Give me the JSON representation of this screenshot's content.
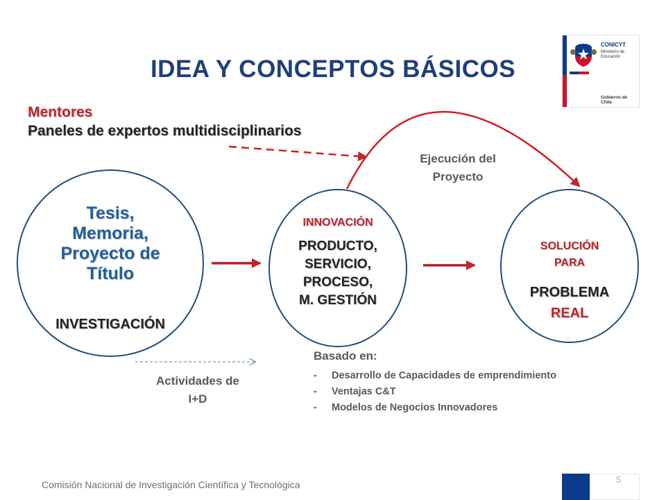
{
  "title": "IDEA Y CONCEPTOS BÁSICOS",
  "mentors": {
    "line1": "Mentores",
    "line2": "Paneles de expertos multidisciplinarios"
  },
  "circle_left": {
    "lines": [
      "Tesis,",
      "Memoria,",
      "Proyecto de",
      "Título"
    ],
    "label": "INVESTIGACIÓN"
  },
  "circle_middle": {
    "header": "INNOVACIÓN",
    "lines": [
      "PRODUCTO,",
      "SERVICIO,",
      "PROCESO,",
      "M. GESTIÓN"
    ]
  },
  "circle_right": {
    "lines": [
      "SOLUCIÓN",
      "PARA"
    ],
    "problem": "PROBLEMA",
    "real": "REAL"
  },
  "execution": {
    "lines": [
      "Ejecución del",
      "Proyecto"
    ]
  },
  "based_on": {
    "title": "Basado en:",
    "items": [
      "Desarrollo de Capacidades de emprendimiento",
      "Ventajas C&T",
      "Modelos de Negocios Innovadores"
    ]
  },
  "activities": {
    "lines": [
      "Actividades de",
      "I+D"
    ]
  },
  "logo": {
    "name": "CONICYT",
    "ministry_line1": "Ministerio de",
    "ministry_line2": "Educación",
    "gov": "Gobierno de Chile"
  },
  "footer": "Comisión Nacional de Investigación Científica y Tecnológica",
  "page_number": "5",
  "colors": {
    "title": "#1f3f7a",
    "accent_red": "#c0262e",
    "circle_border": "#1f4e79",
    "tesis_blue": "#1f5f9f",
    "gray_text": "#595959",
    "flag_blue": "#0b3b8c",
    "flag_red": "#d0112b"
  }
}
